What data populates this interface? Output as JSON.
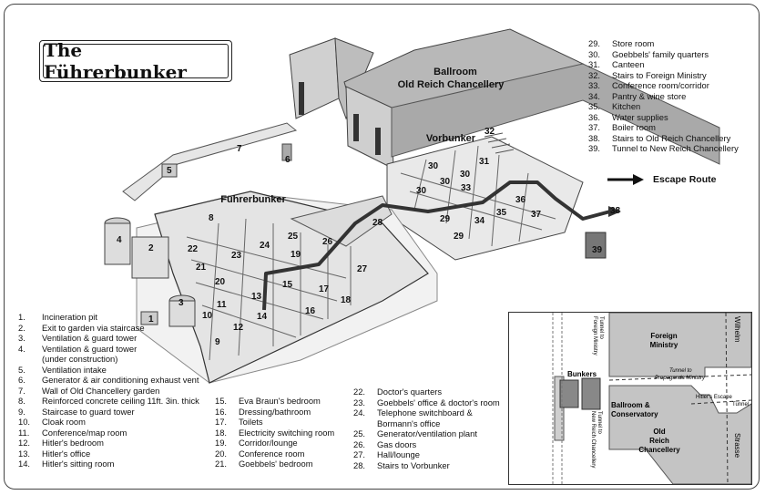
{
  "title": "The Führerbunker",
  "building_labels": {
    "ballroom": "Ballroom",
    "old_reich_chancellery": "Old Reich Chancellery",
    "vorbunker": "Vorbunker",
    "fuhrerbunker": "Führerbunker"
  },
  "escape_route": "Escape Route",
  "room_numbers": [
    "1",
    "2",
    "3",
    "4",
    "5",
    "6",
    "7",
    "8",
    "9",
    "10",
    "11",
    "12",
    "13",
    "14",
    "15",
    "16",
    "17",
    "18",
    "19",
    "20",
    "21",
    "22",
    "23",
    "24",
    "25",
    "26",
    "27",
    "28",
    "29",
    "29",
    "30",
    "30",
    "30",
    "30",
    "31",
    "32",
    "33",
    "34",
    "35",
    "36",
    "37",
    "38",
    "39"
  ],
  "legend_left": [
    {
      "num": "1.",
      "text": "Incineration pit"
    },
    {
      "num": "2.",
      "text": "Exit to garden via staircase"
    },
    {
      "num": "3.",
      "text": "Ventilation & guard tower"
    },
    {
      "num": "4.",
      "text": "Ventilation & guard tower"
    },
    {
      "num": "",
      "text": "(under construction)"
    },
    {
      "num": "5.",
      "text": "Ventilation intake"
    },
    {
      "num": "6.",
      "text": "Generator & air conditioning exhaust vent"
    },
    {
      "num": "7.",
      "text": "Wall of Old Chancellery garden"
    },
    {
      "num": "8.",
      "text": "Reinforced concrete ceiling 11ft. 3in. thick"
    },
    {
      "num": "9.",
      "text": "Staircase to guard tower"
    },
    {
      "num": "10.",
      "text": "Cloak room"
    },
    {
      "num": "11.",
      "text": "Conference/map room"
    },
    {
      "num": "12.",
      "text": "Hitler's bedroom"
    },
    {
      "num": "13.",
      "text": "Hitler's office"
    },
    {
      "num": "14.",
      "text": "Hitler's sitting room"
    }
  ],
  "legend_middle": [
    {
      "num": "15.",
      "text": "Eva Braun's bedroom"
    },
    {
      "num": "16.",
      "text": "Dressing/bathroom"
    },
    {
      "num": "17.",
      "text": "Toilets"
    },
    {
      "num": "18.",
      "text": "Electricity switching room"
    },
    {
      "num": "19.",
      "text": "Corridor/lounge"
    },
    {
      "num": "20.",
      "text": "Conference room"
    },
    {
      "num": "21.",
      "text": "Goebbels' bedroom"
    }
  ],
  "legend_third": [
    {
      "num": "22.",
      "text": "Doctor's quarters"
    },
    {
      "num": "23.",
      "text": "Goebbels' office & doctor's room"
    },
    {
      "num": "24.",
      "text": "Telephone switchboard &"
    },
    {
      "num": "",
      "text": "Bormann's office"
    },
    {
      "num": "25.",
      "text": "Generator/ventilation plant"
    },
    {
      "num": "26.",
      "text": "Gas doors"
    },
    {
      "num": "27.",
      "text": "Hall/lounge"
    },
    {
      "num": "28.",
      "text": "Stairs to Vorbunker"
    }
  ],
  "legend_right": [
    {
      "num": "29.",
      "text": "Store room"
    },
    {
      "num": "30.",
      "text": "Goebbels' family quarters"
    },
    {
      "num": "31.",
      "text": "Canteen"
    },
    {
      "num": "32.",
      "text": "Stairs to Foreign Ministry"
    },
    {
      "num": "33.",
      "text": "Conference room/corridor"
    },
    {
      "num": "34.",
      "text": "Pantry & wine store"
    },
    {
      "num": "35.",
      "text": "Kitchen"
    },
    {
      "num": "36.",
      "text": "Water supplies"
    },
    {
      "num": "37.",
      "text": "Boiler room"
    },
    {
      "num": "38.",
      "text": "Stairs to Old Reich Chancellery"
    },
    {
      "num": "39.",
      "text": "Tunnel to New Reich Chancellery"
    }
  ],
  "inset_map": {
    "foreign_ministry": [
      "Foreign",
      "Ministry"
    ],
    "bunkers": "Bunkers",
    "ballroom_conservatory": [
      "Ballroom &",
      "Conservatory"
    ],
    "old_reich_chancellery": [
      "Old",
      "Reich",
      "Chancellery"
    ],
    "wilhelm_strasse_top": "Wilhelm",
    "wilhelm_strasse_bottom": "Strasse",
    "tunnel_foreign_ministry": [
      "Tunnel to",
      "Foreign Ministry"
    ],
    "tunnel_new_reich": [
      "Tunnel to",
      "New Reich Chancellery"
    ],
    "tunnel_propaganda": [
      "Tunnel to",
      "Propaganda Ministry"
    ],
    "hitlers_escape_tunnel": [
      "Hitler's Escape",
      "Tunnel"
    ]
  }
}
